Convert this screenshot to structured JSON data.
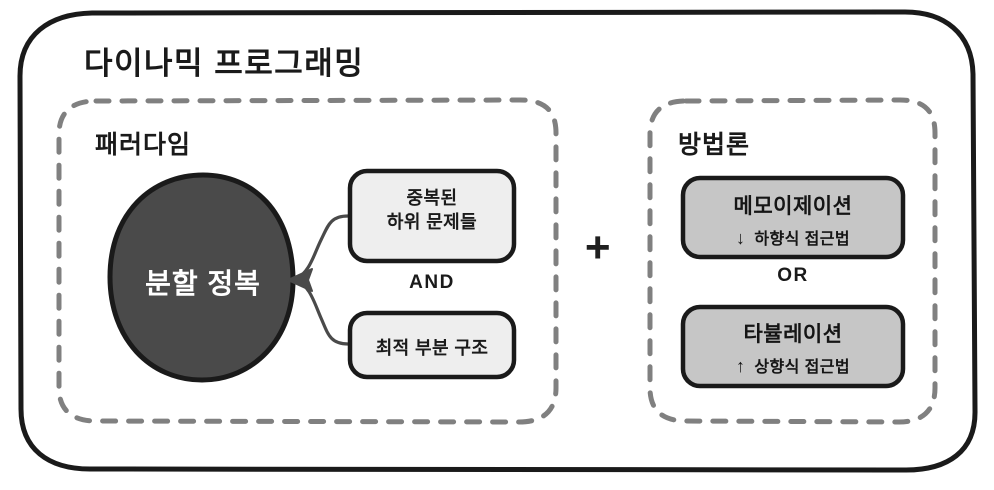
{
  "diagram": {
    "title": "다이나믹 프로그래밍",
    "sections": [
      {
        "id": "paradigm",
        "label": "패러다임",
        "core": {
          "name": "분할 정복",
          "shape": "circle",
          "fill": "#4a4a4a",
          "text_color": "#ffffff"
        },
        "conditions": [
          {
            "id": "overlapping-subproblems",
            "lines": [
              "중복된",
              "하위 문제들"
            ],
            "fill": "#eeeeee"
          },
          {
            "id": "optimal-substructure",
            "lines": [
              "최적 부분 구조"
            ],
            "fill": "#eeeeee"
          }
        ],
        "operator": "AND"
      },
      {
        "id": "methodology",
        "label": "방법론",
        "methods": [
          {
            "id": "memoization",
            "name": "메모이제이션",
            "arrow": "↓",
            "approach": "하향식 접근법",
            "fill": "#c6c6c6"
          },
          {
            "id": "tabulation",
            "name": "타뷸레이션",
            "arrow": "↑",
            "approach": "상향식 접근법",
            "fill": "#c6c6c6"
          }
        ],
        "operator": "OR"
      }
    ],
    "join_operator": "+",
    "colors": {
      "outline": "#1a1a1a",
      "dashed_border": "#808080",
      "background": "#ffffff",
      "circle_fill": "#4a4a4a",
      "light_box_fill": "#eeeeee",
      "gray_box_fill": "#c6c6c6"
    }
  }
}
